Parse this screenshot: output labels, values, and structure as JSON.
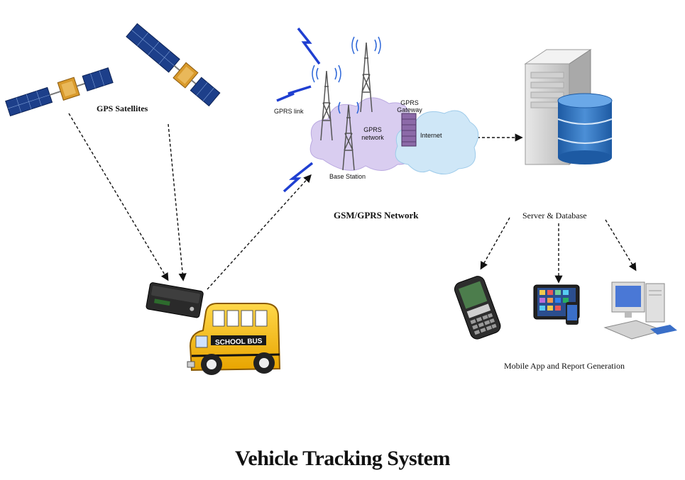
{
  "title": "Vehicle Tracking System",
  "labels": {
    "gps_satellites": "GPS Satellites",
    "gsm_gprs_network": "GSM/GPRS Network",
    "server_database": "Server & Database",
    "mobile_app": "Mobile App and Report Generation",
    "gprs_link": "GPRS link",
    "gprs_network": "GPRS network",
    "gprs_gateway": "GPRS Gateway",
    "internet": "Internet",
    "base_station": "Base Station",
    "school_bus": "SCHOOL BUS"
  },
  "colors": {
    "bus_yellow": "#f5b800",
    "cloud_purple": "#d9cdf0",
    "cloud_blue": "#cfe7f7",
    "database_blue": "#2f6fb7",
    "lightning_blue": "#1f3fd1",
    "panel_blue": "#1d3f8a",
    "satellite_gold": "#d99a2b"
  },
  "icons": [
    "satellite-icon",
    "gps-tracker-device-icon",
    "school-bus-icon",
    "cell-tower-icon",
    "cloud-icon",
    "lightning-icon",
    "gateway-icon",
    "server-icon",
    "database-icon",
    "smartphone-icon",
    "tablet-icon",
    "desktop-computer-icon"
  ]
}
